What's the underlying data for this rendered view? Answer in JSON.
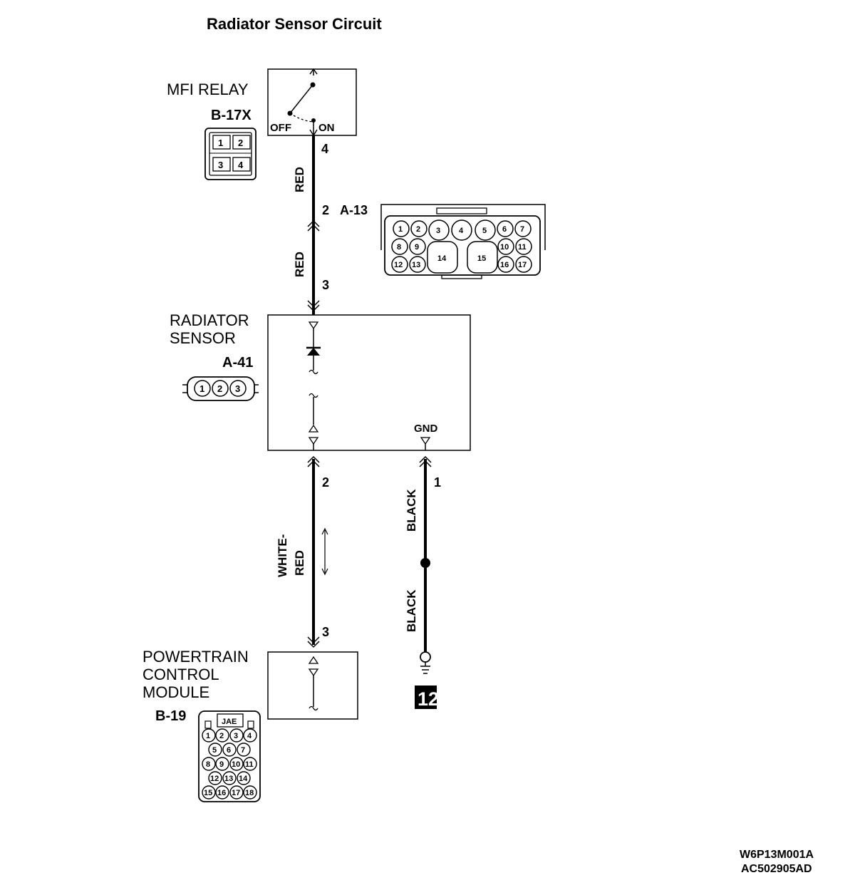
{
  "title": "Radiator Sensor Circuit",
  "components": {
    "mfi_relay": {
      "name": "MFI RELAY",
      "connector": "B-17X",
      "off_label": "OFF",
      "on_label": "ON",
      "pins": [
        "1",
        "2",
        "3",
        "4"
      ],
      "terminal": "4"
    },
    "connector_a13": {
      "connector": "A-13",
      "pin_in": "2",
      "pin_out": "3",
      "pins": [
        "1",
        "2",
        "3",
        "4",
        "5",
        "6",
        "7",
        "8",
        "9",
        "10",
        "11",
        "12",
        "13",
        "14",
        "15",
        "16",
        "17"
      ]
    },
    "radiator_sensor": {
      "name_line1": "RADIATOR",
      "name_line2": "SENSOR",
      "connector": "A-41",
      "pins": [
        "1",
        "2",
        "3"
      ],
      "gnd_label": "GND",
      "pin_signal": "2",
      "pin_gnd": "1"
    },
    "pcm": {
      "name_line1": "POWERTRAIN",
      "name_line2": "CONTROL",
      "name_line3": "MODULE",
      "connector": "B-19",
      "maker": "JAE",
      "pin": "3",
      "pins": [
        "1",
        "2",
        "3",
        "4",
        "5",
        "6",
        "7",
        "8",
        "9",
        "10",
        "11",
        "12",
        "13",
        "14",
        "15",
        "16",
        "17",
        "18"
      ]
    },
    "ground": {
      "label": "12"
    }
  },
  "wires": {
    "relay_to_a13": "RED",
    "a13_to_sensor": "RED",
    "sensor_to_pcm_line1": "WHITE-",
    "sensor_to_pcm_line2": "RED",
    "gnd_upper": "BLACK",
    "gnd_lower": "BLACK"
  },
  "footer": {
    "code1": "W6P13M001A",
    "code2": "AC502905AD"
  }
}
